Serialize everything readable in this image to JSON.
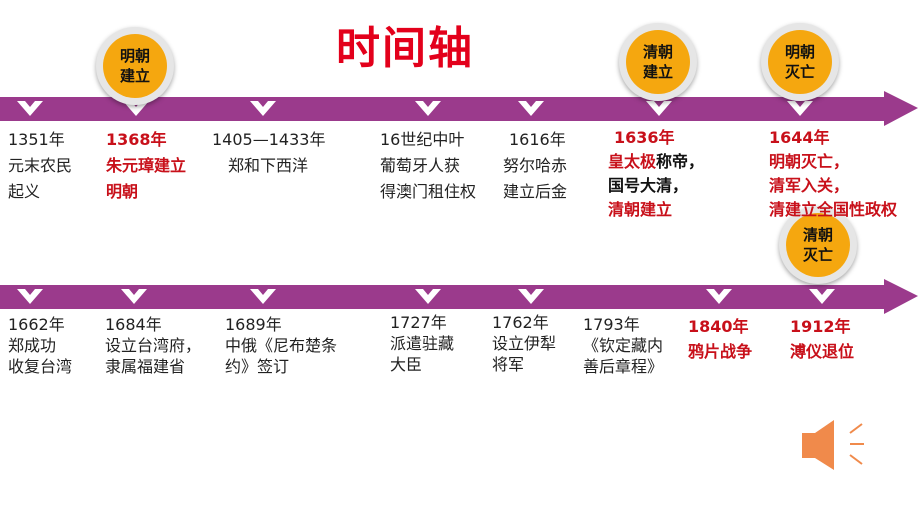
{
  "title": "时间轴",
  "colors": {
    "bar": "#9b3a8c",
    "circle": "#f5a70f",
    "title": "#e3001b",
    "highlight": "#c8101a",
    "speaker": "#f08a4b"
  },
  "circles": [
    {
      "l1": "明朝",
      "l2": "建立"
    },
    {
      "l1": "清朝",
      "l2": "建立"
    },
    {
      "l1": "明朝",
      "l2": "灭亡"
    },
    {
      "l1": "清朝",
      "l2": "灭亡"
    }
  ],
  "row1": [
    {
      "year": "1351年",
      "lines": [
        "元末农民",
        "起义"
      ]
    },
    {
      "year": "1368年",
      "lines": [
        "朱元璋建立",
        "明朝"
      ]
    },
    {
      "year": "1405—1433年",
      "lines": [
        "郑和下西洋"
      ]
    },
    {
      "year": "16世纪中叶",
      "lines": [
        "葡萄牙人获",
        "得澳门租住权"
      ]
    },
    {
      "year": "1616年",
      "lines": [
        "努尔哈赤",
        "建立后金"
      ]
    },
    {
      "year": "1636年",
      "lines": [
        "皇太极",
        "称帝，",
        "国号大清，",
        "清朝建立"
      ]
    },
    {
      "year": "1644年",
      "lines": [
        "明朝灭亡，",
        "清军入关，",
        "清建立全国性政权"
      ]
    }
  ],
  "row2": [
    {
      "year": "1662年",
      "lines": [
        "郑成功",
        "收复台湾"
      ]
    },
    {
      "year": "1684年",
      "lines": [
        "设立台湾府，",
        "隶属福建省"
      ]
    },
    {
      "year": "1689年",
      "lines": [
        "中俄《尼布楚条",
        "约》签订"
      ]
    },
    {
      "year": "1727年",
      "lines": [
        "派遣驻藏",
        "大臣"
      ]
    },
    {
      "year": "1762年",
      "lines": [
        "设立伊犁",
        "将军"
      ]
    },
    {
      "year": "1793年",
      "lines": [
        "《钦定藏内",
        "善后章程》"
      ]
    },
    {
      "year": "1840年",
      "lines": [
        "鸦片战争"
      ]
    },
    {
      "year": "1912年",
      "lines": [
        "溥仪退位"
      ]
    }
  ],
  "speaker_icon": "speaker-icon"
}
